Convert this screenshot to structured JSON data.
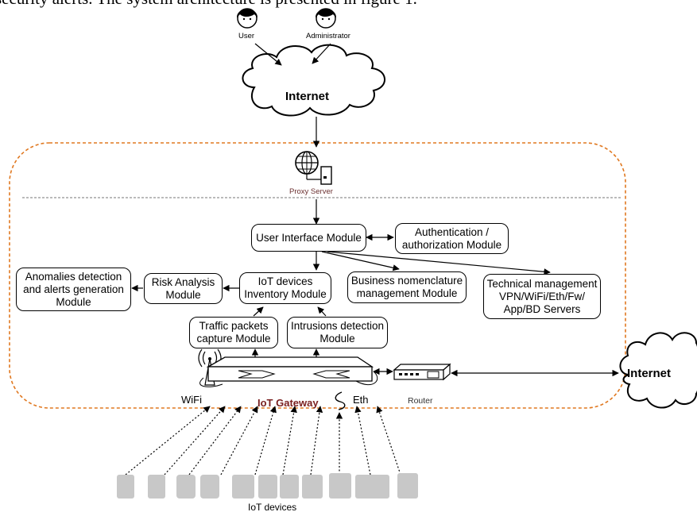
{
  "top_caption": "security alerts. The system architecture is presented in figure 1.",
  "actors": {
    "user": "User",
    "administrator": "Administrator"
  },
  "cloud_top": "Internet",
  "cloud_right": "Internet",
  "proxy_label": "Proxy Server",
  "modules": {
    "user_interface": "User Interface Module",
    "authentication": "Authentication /\nauthorization Module",
    "iot_inventory": "IoT devices\nInventory Module",
    "risk_analysis": "Risk Analysis\nModule",
    "anomalies": "Anomalies detection\nand  alerts generation\nModule",
    "business": "Business nomenclature\nmanagement Module",
    "technical": "Technical management\nVPN/WiFi/Eth/Fw/\nApp/BD Servers",
    "traffic": "Traffic packets\ncapture  Module",
    "intrusions": "Intrusions detection\nModule"
  },
  "gateway": {
    "wifi": "WiFi",
    "name": "IoT Gateway",
    "eth": "Eth",
    "router": "Router"
  },
  "iot_devices_label": "IoT devices",
  "colors": {
    "boundary": "#e07820",
    "gateway_text": "#7a1f1f",
    "device_blur": "#c8c8c8"
  }
}
